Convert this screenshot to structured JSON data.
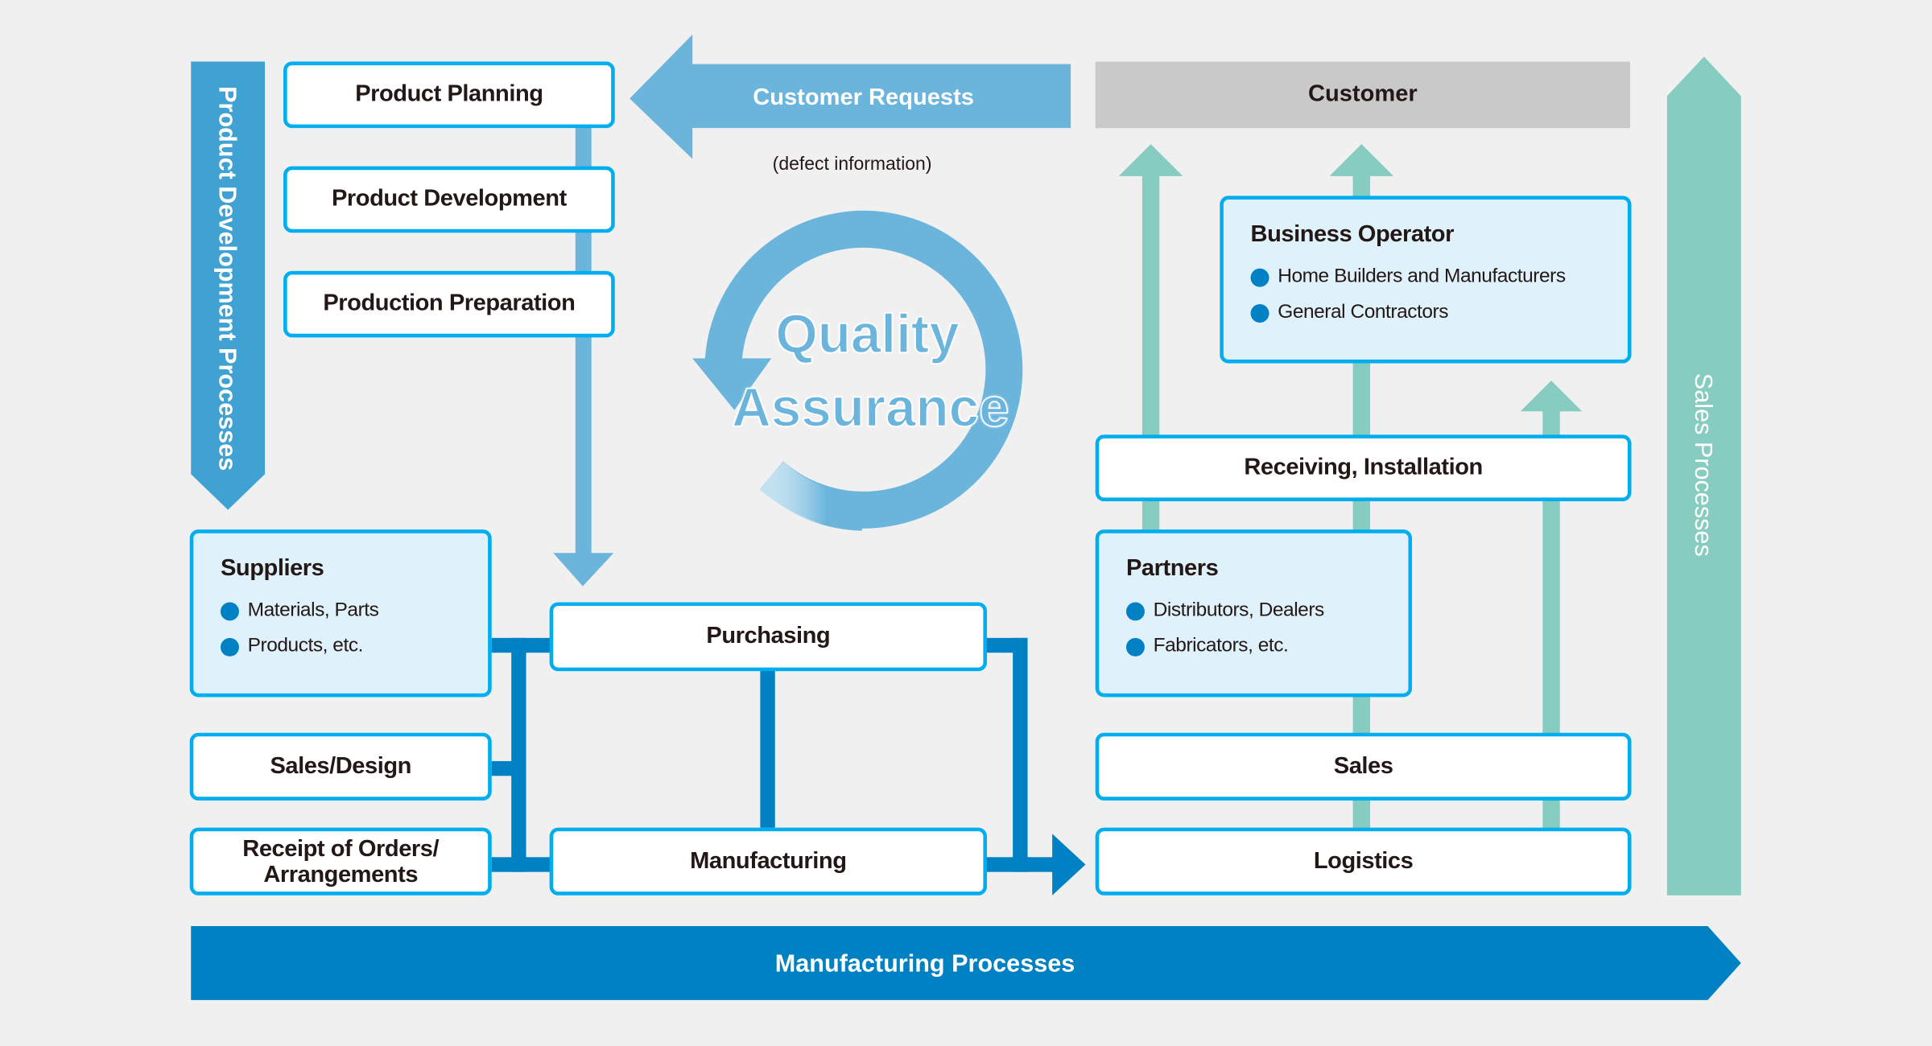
{
  "colors": {
    "background": "#f0f0f0",
    "box_border": "#00aeef",
    "info_box_fill": "#dff1fb",
    "dev_arrow": "#40a1d3",
    "light_blue_arrow": "#6bb5dd",
    "manufacturing_blue": "#0081c3",
    "sales_green": "#87ccc0",
    "customer_gray": "#c9c9c9"
  },
  "process_arrows": {
    "product_development": "Product Development Processes",
    "manufacturing": "Manufacturing Processes",
    "sales": "Sales Processes"
  },
  "development_steps": [
    "Product Planning",
    "Product Development",
    "Production Preparation"
  ],
  "customer_requests": {
    "label": "Customer Requests",
    "note": "(defect information)"
  },
  "quality_assurance": {
    "line1": "Quality",
    "line2": "Assurance"
  },
  "customer": "Customer",
  "business_operator": {
    "title": "Business Operator",
    "items": [
      "Home Builders and Manufacturers",
      "General Contractors"
    ]
  },
  "suppliers": {
    "title": "Suppliers",
    "items": [
      "Materials, Parts",
      "Products, etc."
    ]
  },
  "partners": {
    "title": "Partners",
    "items": [
      "Distributors, Dealers",
      "Fabricators, etc."
    ]
  },
  "manufacturing_boxes": {
    "purchasing": "Purchasing",
    "manufacturing": "Manufacturing",
    "sales_design": "Sales/Design",
    "receipt_line1": "Receipt of Orders/",
    "receipt_line2": "Arrangements"
  },
  "sales_boxes": {
    "receiving": "Receiving, Installation",
    "sales": "Sales",
    "logistics": "Logistics"
  }
}
